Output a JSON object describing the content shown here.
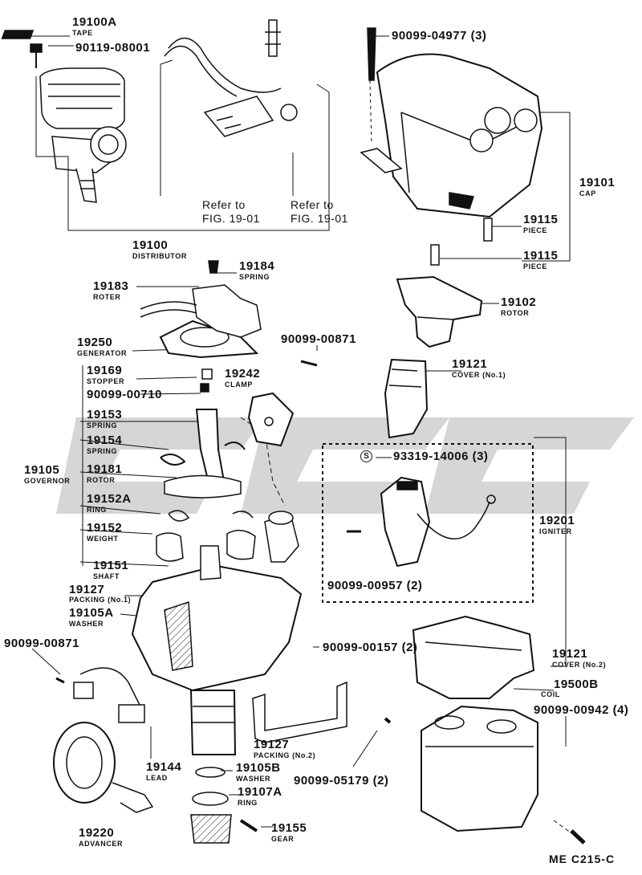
{
  "refer_to": "Refer to",
  "fig_ref": "FIG. 19-01",
  "diagram_code": "ME C215-C",
  "supply_symbol": "S",
  "parts": [
    {
      "num": "19100A",
      "name": "TAPE"
    },
    {
      "num": "90119-08001",
      "name": ""
    },
    {
      "num": "90099-04977 (3)",
      "name": ""
    },
    {
      "num": "19101",
      "name": "CAP"
    },
    {
      "num": "19115",
      "name": "PIECE"
    },
    {
      "num": "19115",
      "name": "PIECE"
    },
    {
      "num": "19100",
      "name": "DISTRIBUTOR"
    },
    {
      "num": "19184",
      "name": "SPRING"
    },
    {
      "num": "19183",
      "name": "ROTER"
    },
    {
      "num": "19102",
      "name": "ROTOR"
    },
    {
      "num": "19250",
      "name": "GENERATOR"
    },
    {
      "num": "90099-00871",
      "name": ""
    },
    {
      "num": "19121",
      "name": "COVER (No.1)"
    },
    {
      "num": "19169",
      "name": "STOPPER"
    },
    {
      "num": "19242",
      "name": "CLAMP"
    },
    {
      "num": "90099-00710",
      "name": ""
    },
    {
      "num": "19153",
      "name": "SPRING"
    },
    {
      "num": "19154",
      "name": "SPRING"
    },
    {
      "num": "93319-14006 (3)",
      "name": ""
    },
    {
      "num": "19105",
      "name": "GOVERNOR"
    },
    {
      "num": "19181",
      "name": "ROTOR"
    },
    {
      "num": "19152A",
      "name": "RING"
    },
    {
      "num": "19201",
      "name": "IGNITER"
    },
    {
      "num": "19152",
      "name": "WEIGHT"
    },
    {
      "num": "19151",
      "name": "SHAFT"
    },
    {
      "num": "90099-00957 (2)",
      "name": ""
    },
    {
      "num": "19127",
      "name": "PACKING (No.1)"
    },
    {
      "num": "19105A",
      "name": "WASHER"
    },
    {
      "num": "90099-00157 (2)",
      "name": ""
    },
    {
      "num": "90099-00871",
      "name": ""
    },
    {
      "num": "19121",
      "name": "COVER (No.2)"
    },
    {
      "num": "19500B",
      "name": "COIL"
    },
    {
      "num": "90099-00942 (4)",
      "name": ""
    },
    {
      "num": "19127",
      "name": "PACKING (No.2)"
    },
    {
      "num": "19144",
      "name": "LEAD"
    },
    {
      "num": "19105B",
      "name": "WASHER"
    },
    {
      "num": "90099-05179 (2)",
      "name": ""
    },
    {
      "num": "19107A",
      "name": "RING"
    },
    {
      "num": "19220",
      "name": "ADVANCER"
    },
    {
      "num": "19155",
      "name": "GEAR"
    }
  ]
}
